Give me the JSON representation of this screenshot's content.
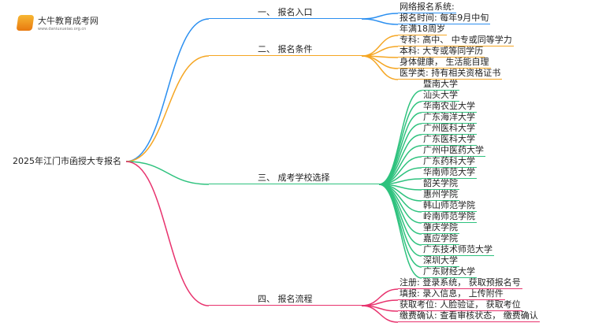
{
  "logo": {
    "name": "大牛教育成考网",
    "url": "www.daniuxueiao.org.cn"
  },
  "root": "2025年江门市函授大专报名",
  "colors": [
    "#2b8ff0",
    "#f5a623",
    "#2ec27e",
    "#e8336e"
  ],
  "branches": [
    {
      "label": "一、 报名入口",
      "leaves": [
        "网络报名系统:",
        "报名时间: 每年9月中旬"
      ]
    },
    {
      "label": "二、 报名条件",
      "leaves": [
        "年满18周岁",
        "专科: 高中、 中专或同等学力",
        "本科: 大专或等同学历",
        "身体健康， 生活能自理",
        "医学类: 持有相关资格证书"
      ]
    },
    {
      "label": "三、 成考学校选择",
      "leaves": [
        "暨南大学",
        "汕头大学",
        "华南农业大学",
        "广东海洋大学",
        "广州医科大学",
        "广东医科大学",
        "广州中医药大学",
        "广东药科大学",
        "华南师范大学",
        "韶关学院",
        "惠州学院",
        "韩山师范学院",
        "岭南师范学院",
        "肇庆学院",
        "嘉应学院",
        "广东技术师范大学",
        "深圳大学",
        "广东财经大学"
      ]
    },
    {
      "label": "四、 报名流程",
      "leaves": [
        "注册: 登录系统， 获取预报名号",
        "填报: 录入信息， 上传附件",
        "获取考位: 人脸验证， 获取考位",
        "缴费确认: 查看审核状态， 缴费确认"
      ]
    }
  ]
}
